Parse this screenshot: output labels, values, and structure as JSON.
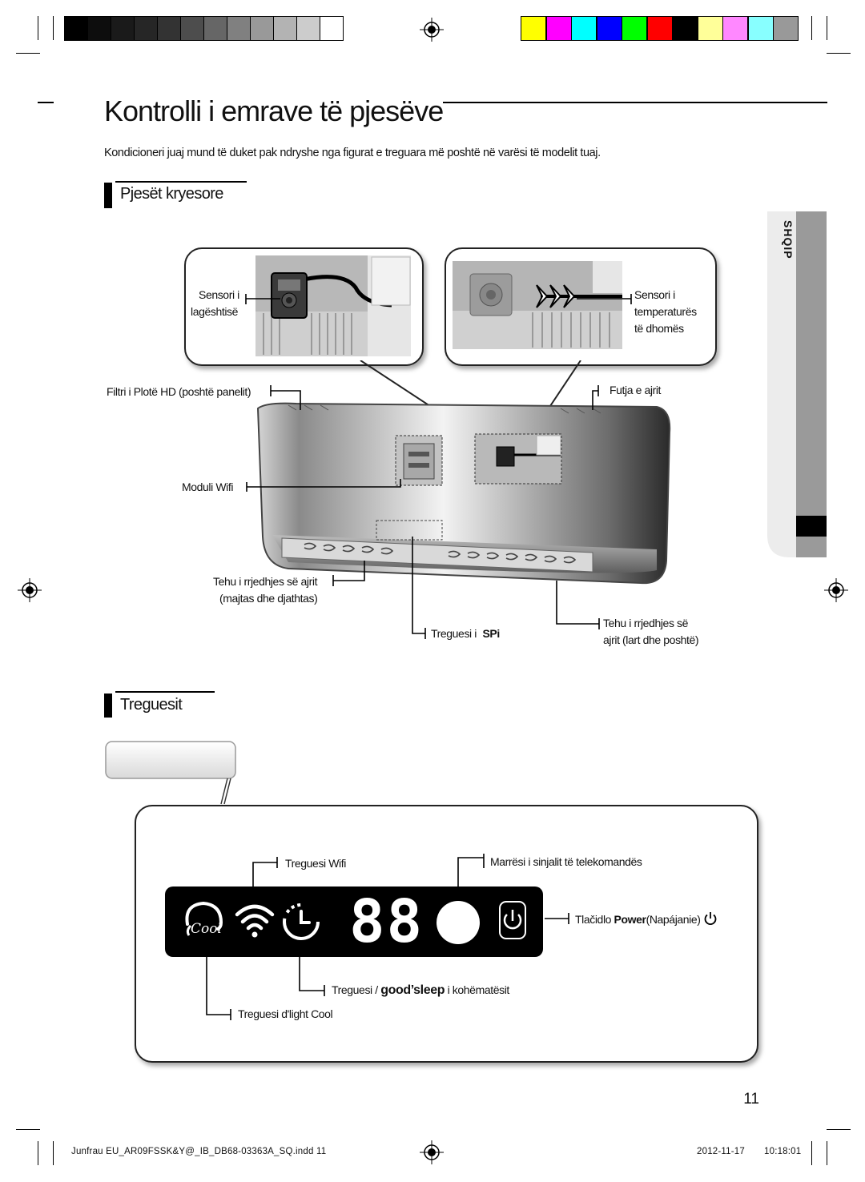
{
  "colors": {
    "grayscale_bar": [
      "#000000",
      "#0d0d0d",
      "#1a1a1a",
      "#262626",
      "#333333",
      "#4d4d4d",
      "#666666",
      "#808080",
      "#999999",
      "#b3b3b3",
      "#cccccc",
      "#ffffff"
    ],
    "color_bar": [
      "#ffff00",
      "#ff00ff",
      "#00ffff",
      "#0000ff",
      "#00ff00",
      "#ff0000",
      "#000000",
      "#ffff99",
      "#ff88ff",
      "#88ffff",
      "#999999"
    ]
  },
  "page": {
    "title": "Kontrolli i emrave të pjesëve",
    "intro": "Kondicioneri juaj mund të duket pak ndryshe nga figurat e treguara më poshtë në varësi të modelit tuaj.",
    "side_tab": "SHQIP",
    "page_number": "11"
  },
  "main_parts": {
    "heading": "Pjesët kryesore",
    "labels": {
      "humidity_sensor_line1": "Sensori i",
      "humidity_sensor_line2": "lagështisë",
      "temp_sensor_line1": "Sensori i",
      "temp_sensor_line2": "temperaturës",
      "temp_sensor_line3": "të dhomës",
      "filter": "Filtri i Plotë HD (poshtë panelit)",
      "air_inlet": "Futja e ajrit",
      "wifi_module": "Moduli Wifi",
      "lr_blade_line1": "Tehu i rrjedhjes së ajrit",
      "lr_blade_line2": "(majtas dhe djathtas)",
      "ud_blade_line1": "Tehu i rrjedhjes së",
      "ud_blade_line2": "ajrit (lart dhe poshtë)",
      "spi_indicator": "Treguesi i",
      "spi_logo": "SPi"
    }
  },
  "indicators": {
    "heading": "Treguesit",
    "display_digits": "88",
    "cool_logo": "Cool",
    "labels": {
      "wifi": "Treguesi Wifi",
      "receiver": "Marrësi i sinjalit të telekomandës",
      "power_prefix": "Tlačidlo",
      "power_bold": "Power",
      "power_suffix": "(Napájanie)",
      "timer_prefix": "Treguesi /",
      "timer_logo": "good’sleep",
      "timer_suffix": "i kohëmatësit",
      "dlight": "Treguesi  d'light Cool"
    }
  },
  "footer": {
    "file": "Junfrau EU_AR09FSSK&Y@_IB_DB68-03363A_SQ.indd   11",
    "date": "2012-11-17",
    "time": "10:18:01"
  }
}
